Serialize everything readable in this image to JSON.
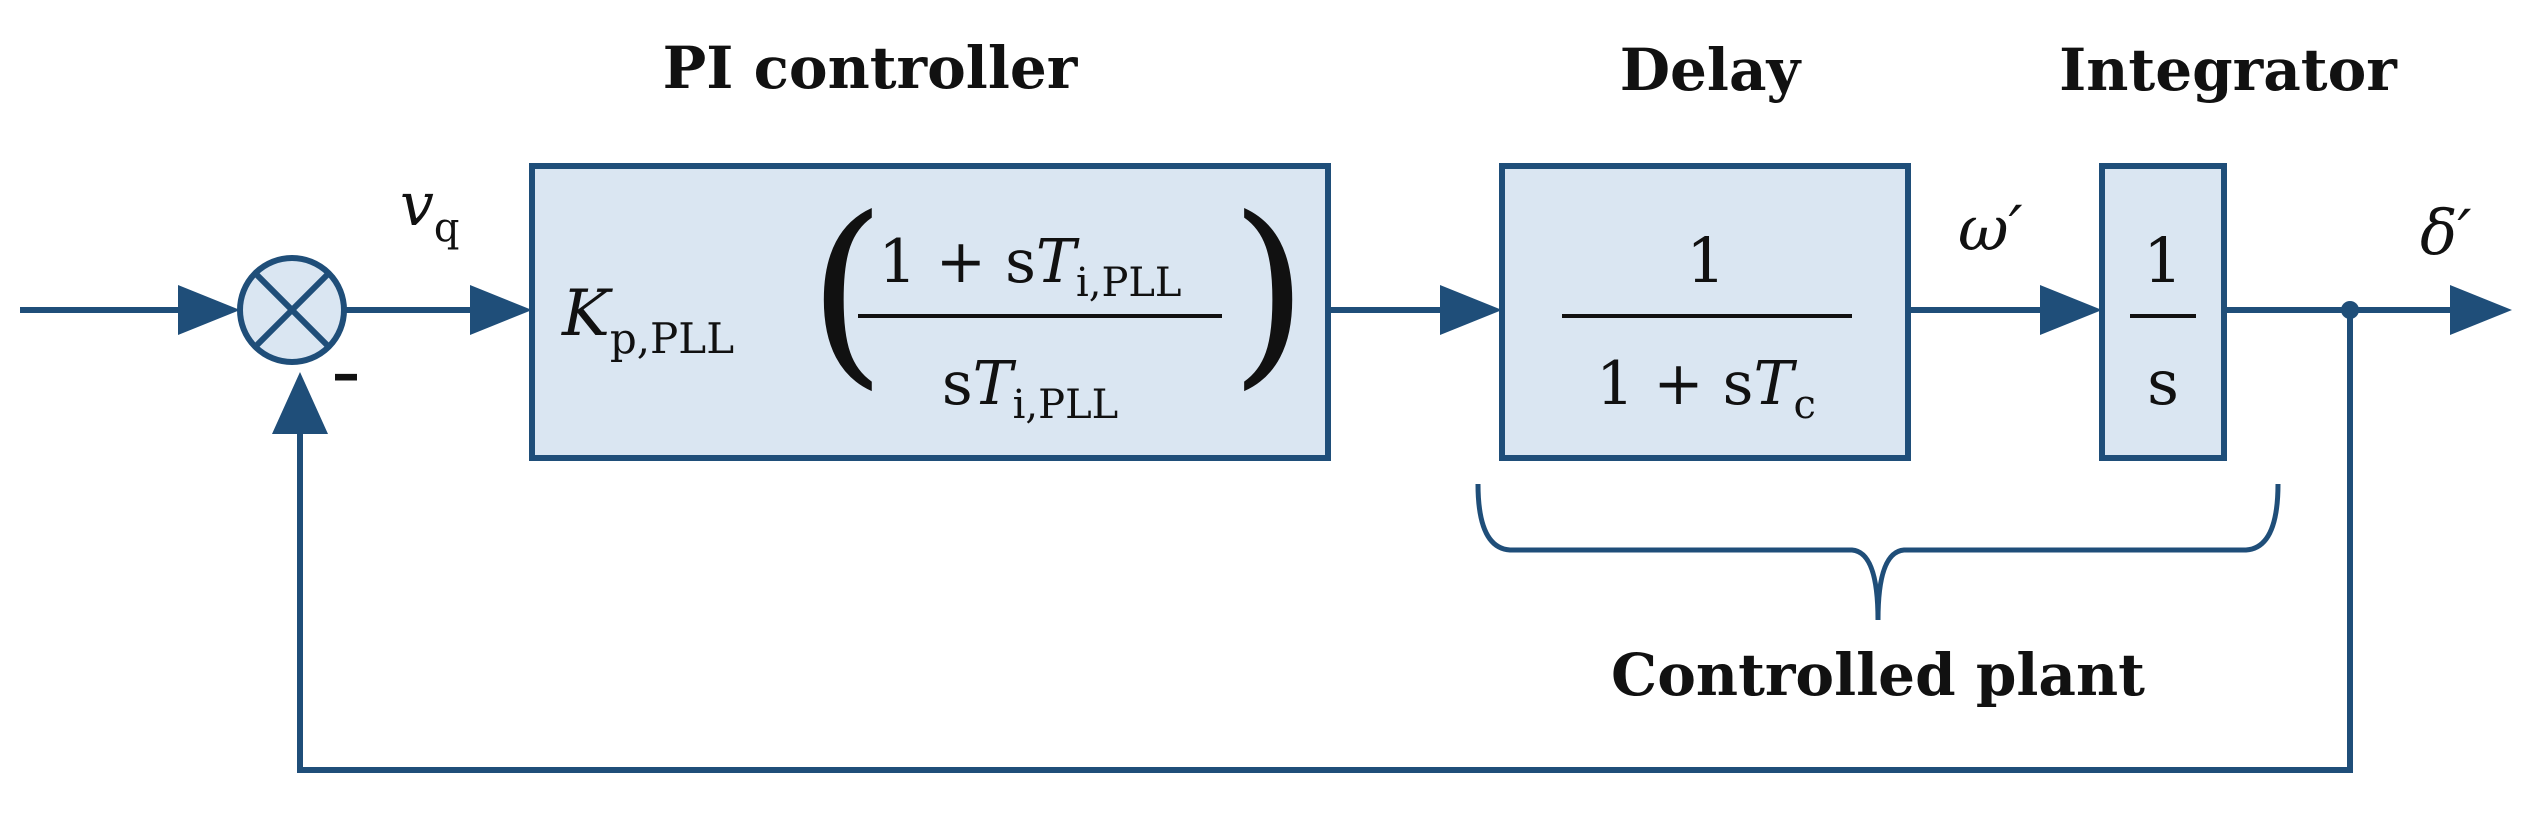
{
  "blocks": {
    "pi": {
      "title": "PI controller",
      "gain": "K",
      "gain_sub": "p,PLL",
      "num_prefix": "1 + s",
      "num_var": "T",
      "num_sub": "i,PLL",
      "den_prefix": "s",
      "den_var": "T",
      "den_sub": "i,PLL"
    },
    "delay": {
      "title": "Delay",
      "num": "1",
      "den_prefix": "1 + s",
      "den_var": "T",
      "den_sub": "c"
    },
    "integrator": {
      "title": "Integrator",
      "num": "1",
      "den": "s"
    }
  },
  "signals": {
    "vq": "v",
    "vq_sub": "q",
    "omega": "ω′",
    "delta": "δ′",
    "feedback_sign": "–"
  },
  "bracket_label": "Controlled plant",
  "colors": {
    "line": "#1f4e79",
    "block_fill": "#dae6f2",
    "text": "#111111"
  }
}
